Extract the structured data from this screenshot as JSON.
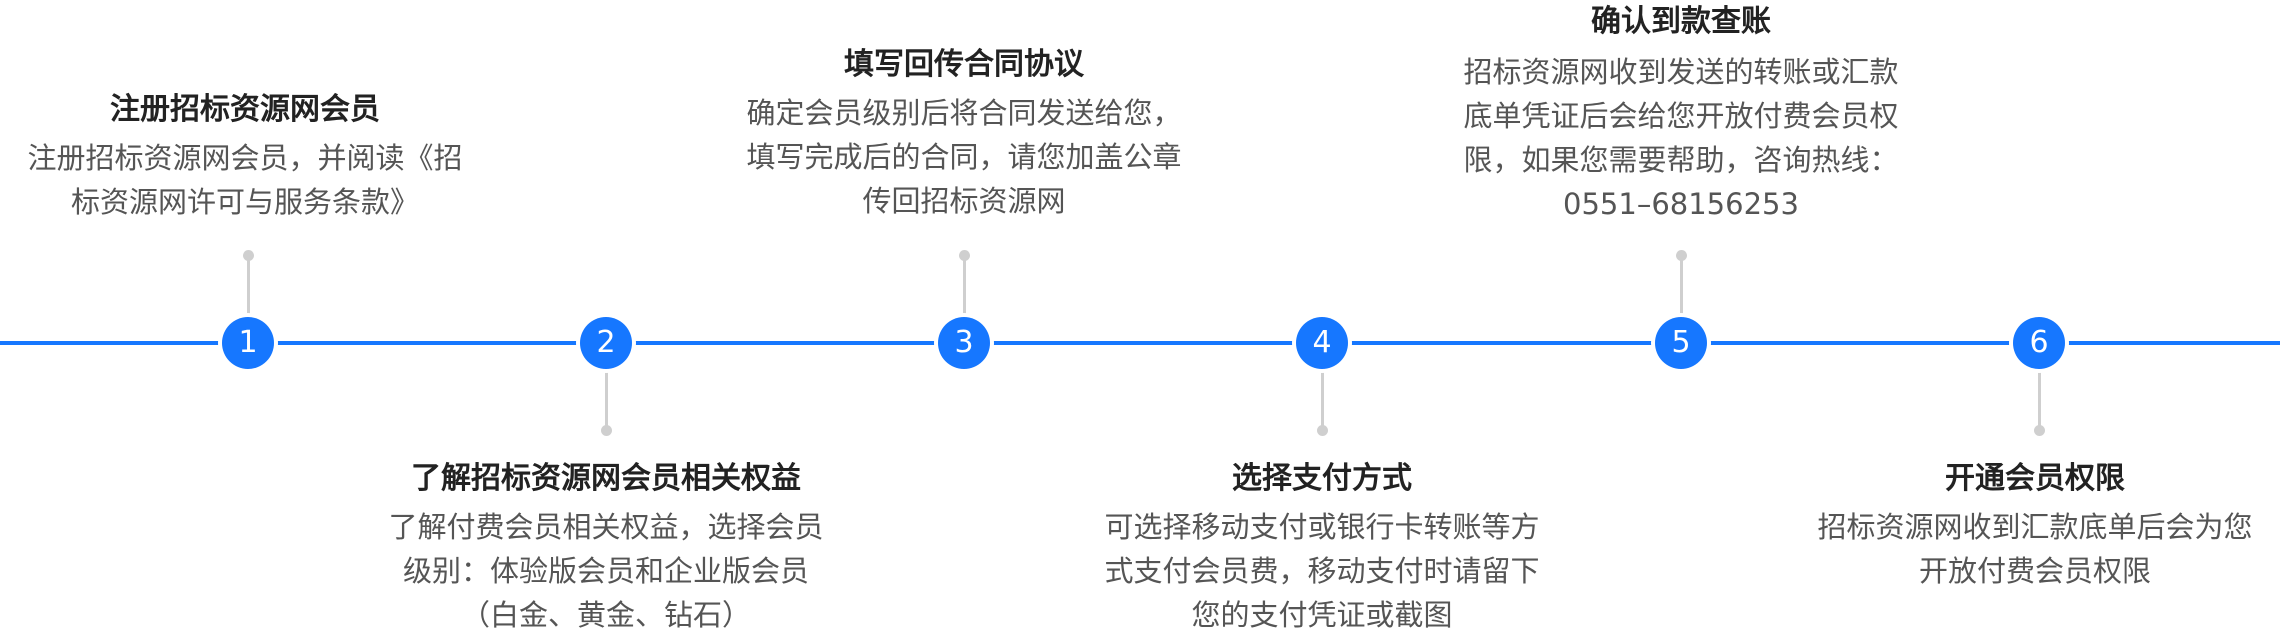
{
  "accent_color": "#1677ff",
  "steps": [
    {
      "number": "1",
      "title": "注册招标资源网会员",
      "desc_lines": [
        "注册招标资源网会员，并阅读《招",
        "标资源网许可与服务条款》"
      ],
      "position": "above"
    },
    {
      "number": "2",
      "title": "了解招标资源网会员相关权益",
      "desc_lines": [
        "了解付费会员相关权益，选择会员",
        "级别：体验版会员和企业版会员",
        "（白金、黄金、钻石）"
      ],
      "position": "below"
    },
    {
      "number": "3",
      "title": "填写回传合同协议",
      "desc_lines": [
        "确定会员级别后将合同发送给您，",
        "填写完成后的合同，请您加盖公章",
        "传回招标资源网"
      ],
      "position": "above"
    },
    {
      "number": "4",
      "title": "选择支付方式",
      "desc_lines": [
        "可选择移动支付或银行卡转账等方",
        "式支付会员费，移动支付时请留下",
        "您的支付凭证或截图"
      ],
      "position": "below"
    },
    {
      "number": "5",
      "title": "确认到款查账",
      "desc_lines": [
        "招标资源网收到发送的转账或汇款",
        "底单凭证后会给您开放付费会员权",
        "限，如果您需要帮助，咨询热线：",
        "0551–68156253"
      ],
      "position": "above"
    },
    {
      "number": "6",
      "title": "开通会员权限",
      "desc_lines": [
        "招标资源网收到汇款底单后会为您",
        "开放付费会员权限"
      ],
      "position": "below"
    }
  ]
}
